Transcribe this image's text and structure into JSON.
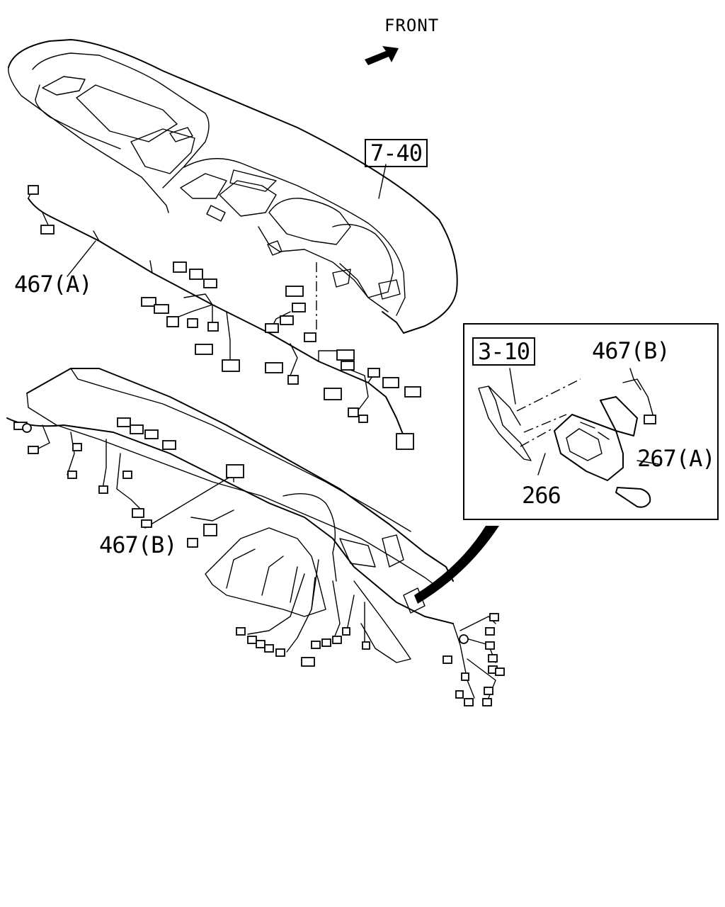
{
  "diagram": {
    "direction_label": "FRONT",
    "callouts": {
      "dash_panel_ref": "7-40",
      "harness_a": "467(A)",
      "harness_b_main": "467(B)",
      "inset_ref": "3-10",
      "inset_harness_b": "467(B)",
      "bolt": "267(A)",
      "control_unit": "266"
    }
  }
}
